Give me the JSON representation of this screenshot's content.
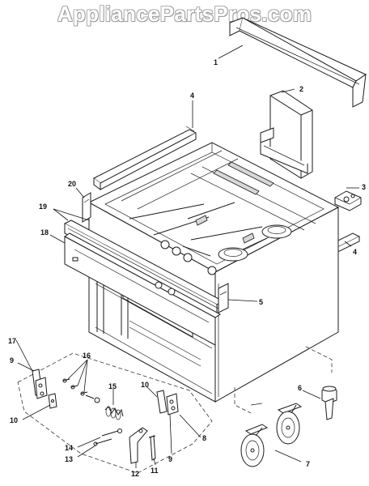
{
  "watermark": "AppliancePartsPros.com",
  "callouts": [
    {
      "id": "c1",
      "label": "1"
    },
    {
      "id": "c2",
      "label": "2"
    },
    {
      "id": "c3",
      "label": "3"
    },
    {
      "id": "c4a",
      "label": "4"
    },
    {
      "id": "c4b",
      "label": "4"
    },
    {
      "id": "c5",
      "label": "5"
    },
    {
      "id": "c6",
      "label": "6"
    },
    {
      "id": "c7",
      "label": "7"
    },
    {
      "id": "c8",
      "label": "8"
    },
    {
      "id": "c9a",
      "label": "9"
    },
    {
      "id": "c9b",
      "label": "9"
    },
    {
      "id": "c10a",
      "label": "10"
    },
    {
      "id": "c10b",
      "label": "10"
    },
    {
      "id": "c11",
      "label": "11"
    },
    {
      "id": "c12",
      "label": "12"
    },
    {
      "id": "c13",
      "label": "13"
    },
    {
      "id": "c14",
      "label": "14"
    },
    {
      "id": "c15",
      "label": "15"
    },
    {
      "id": "c16",
      "label": "16"
    },
    {
      "id": "c17",
      "label": "17"
    },
    {
      "id": "c18",
      "label": "18"
    },
    {
      "id": "c19",
      "label": "19"
    },
    {
      "id": "c20",
      "label": "20"
    }
  ]
}
